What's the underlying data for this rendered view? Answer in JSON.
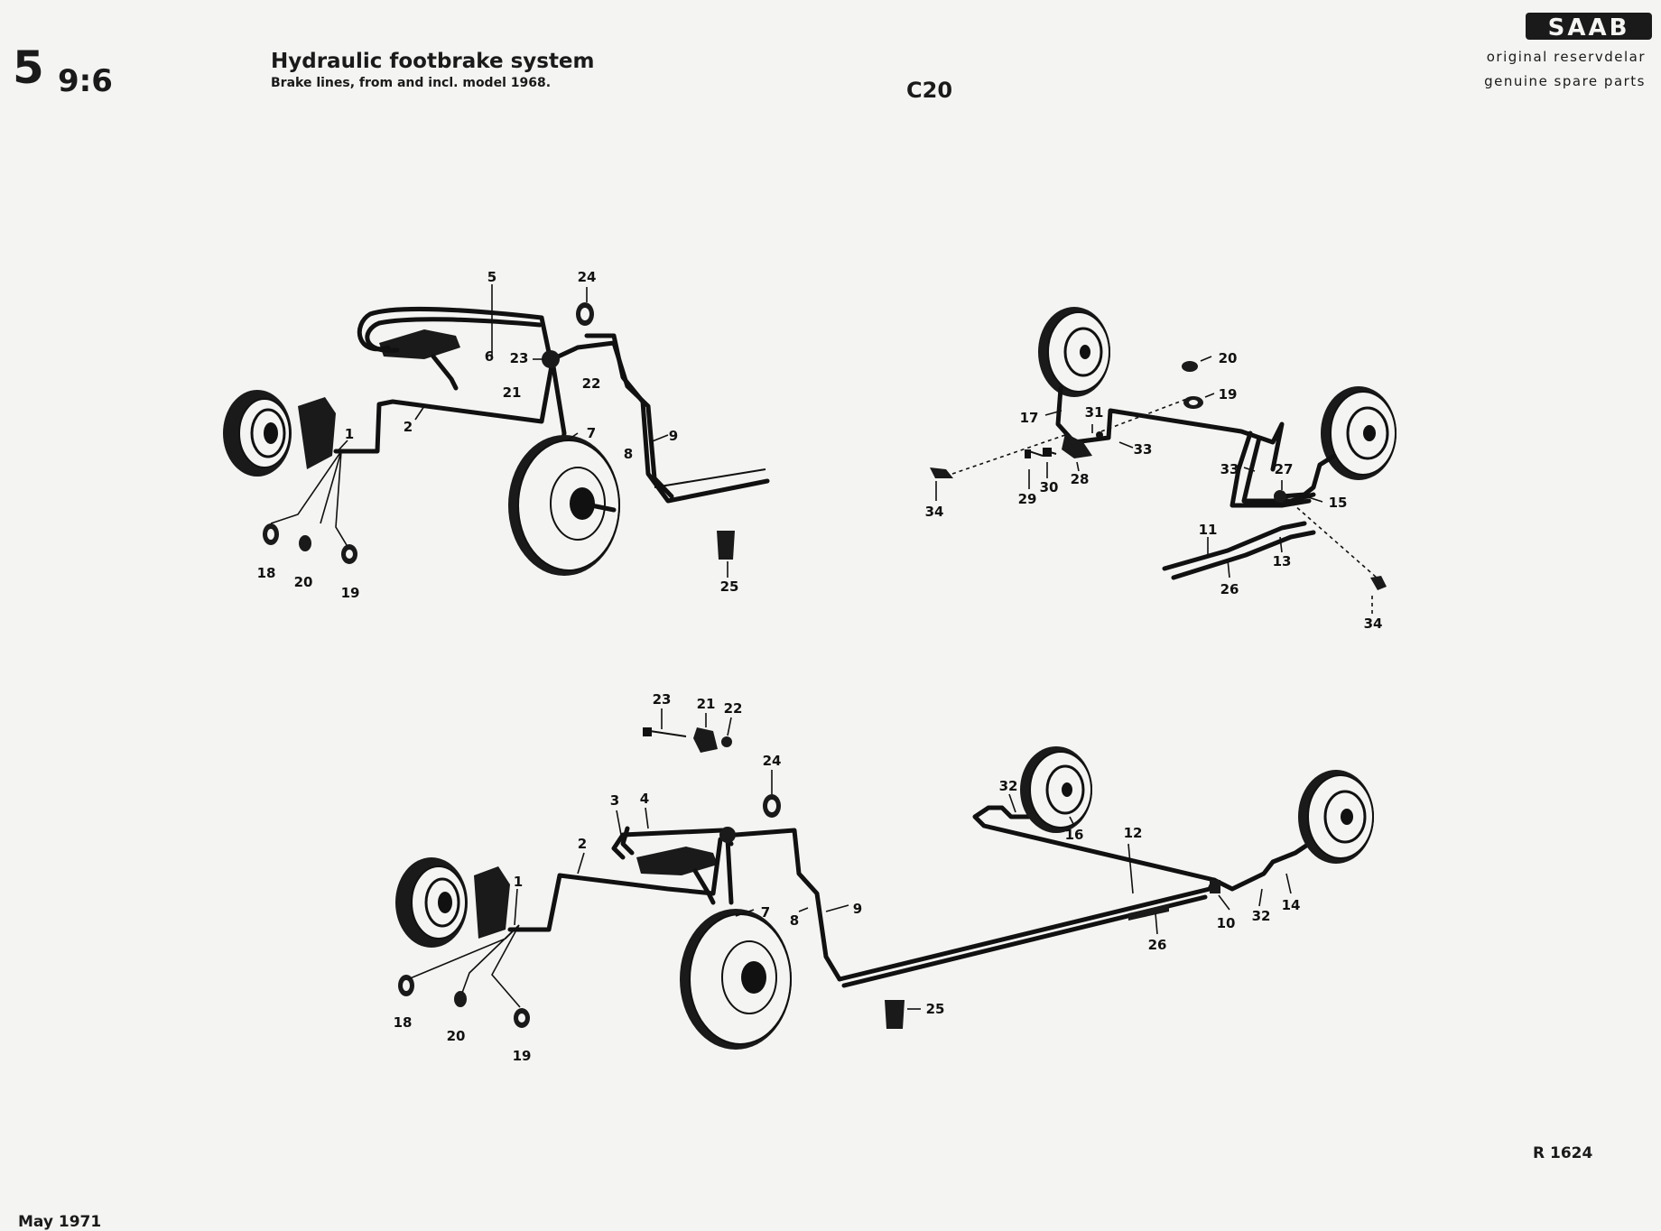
{
  "header": {
    "section_number": "5",
    "page_number": "9:6",
    "title": "Hydraulic footbrake system",
    "subtitle": "Brake lines, from and incl. model 1968.",
    "model_code": "C20",
    "brand_line1": "original reservdelar",
    "brand_line2": "genuine spare parts"
  },
  "brand_logo": {
    "text": "SAAB"
  },
  "footer": {
    "ref_code": "R 1624",
    "date": "May 1971"
  },
  "diagram": {
    "top_left": {
      "labels": [
        "5",
        "6",
        "24",
        "23",
        "21",
        "22",
        "2",
        "1",
        "7",
        "8",
        "9",
        "18",
        "20",
        "19",
        "25"
      ]
    },
    "top_right": {
      "labels": [
        "20",
        "19",
        "17",
        "31",
        "33",
        "33",
        "27",
        "15",
        "34",
        "29",
        "30",
        "28",
        "11",
        "13",
        "26",
        "34"
      ]
    },
    "bottom": {
      "labels": [
        "23",
        "21",
        "22",
        "24",
        "3",
        "4",
        "2",
        "1",
        "32",
        "16",
        "12",
        "7",
        "8",
        "9",
        "14",
        "32",
        "10",
        "26",
        "18",
        "20",
        "19",
        "25"
      ]
    }
  }
}
